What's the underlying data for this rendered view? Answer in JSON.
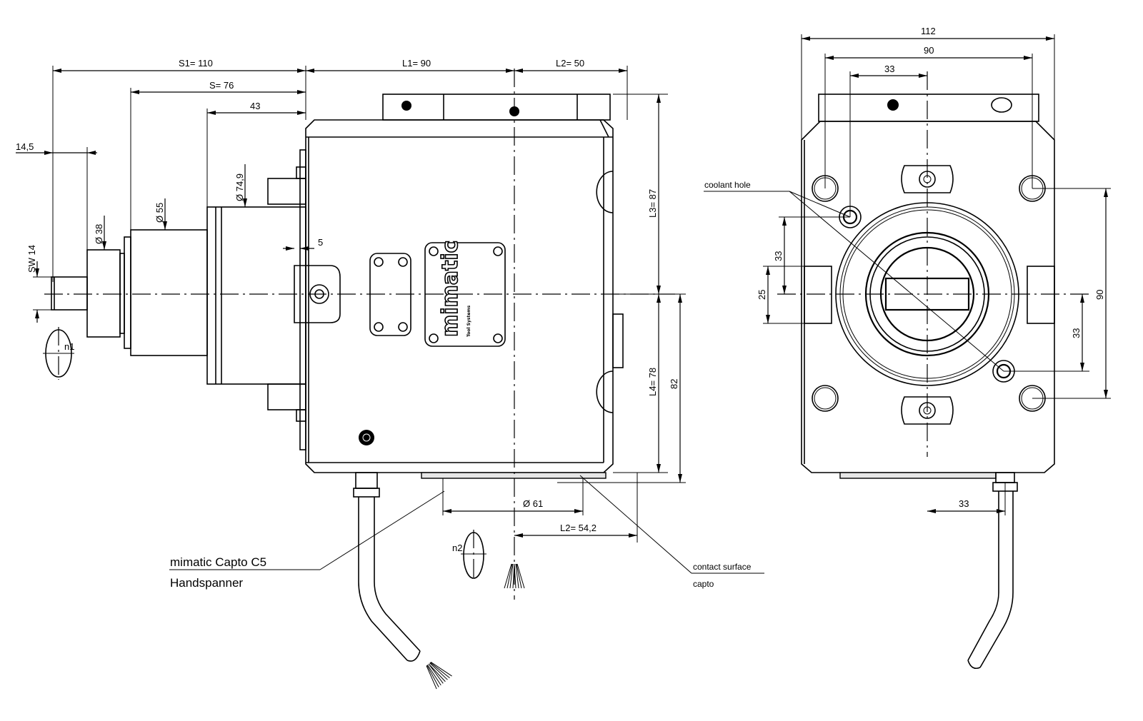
{
  "drawing": {
    "title": "mimatic angled driven tool holder – technical drawing",
    "side_view": {
      "dimensions": {
        "s1": "S1=  110",
        "s": "S=  76",
        "d43": "43",
        "d14_5": "14,5",
        "sw14": "SW 14",
        "dia38": "Ø 38",
        "dia55": "Ø 55",
        "dia74_9": "Ø 74,9",
        "d5": "5",
        "l1": "L1=  90",
        "l2_top": "L2=  50",
        "l3": "L3=  87",
        "l4": "L4=  78",
        "d82": "82",
        "dia61": "Ø 61",
        "l2_bottom": "L2=  54,2"
      },
      "rotation_labels": {
        "n1": "n1",
        "n2": "n2"
      },
      "logo": {
        "brand": "mimatic",
        "subtitle": "Tool Systems"
      },
      "callouts": {
        "capto_line1": "mimatic Capto C5",
        "capto_line2": "Handspanner",
        "contact_line1": "contact surface",
        "contact_line2": "capto"
      }
    },
    "front_view": {
      "dimensions": {
        "w112": "112",
        "w90": "90",
        "w33_top": "33",
        "v33_left": "33",
        "v25": "25",
        "v90_right": "90",
        "v33_right": "33",
        "h33_bottom": "33"
      },
      "callouts": {
        "coolant": "coolant hole"
      }
    }
  }
}
